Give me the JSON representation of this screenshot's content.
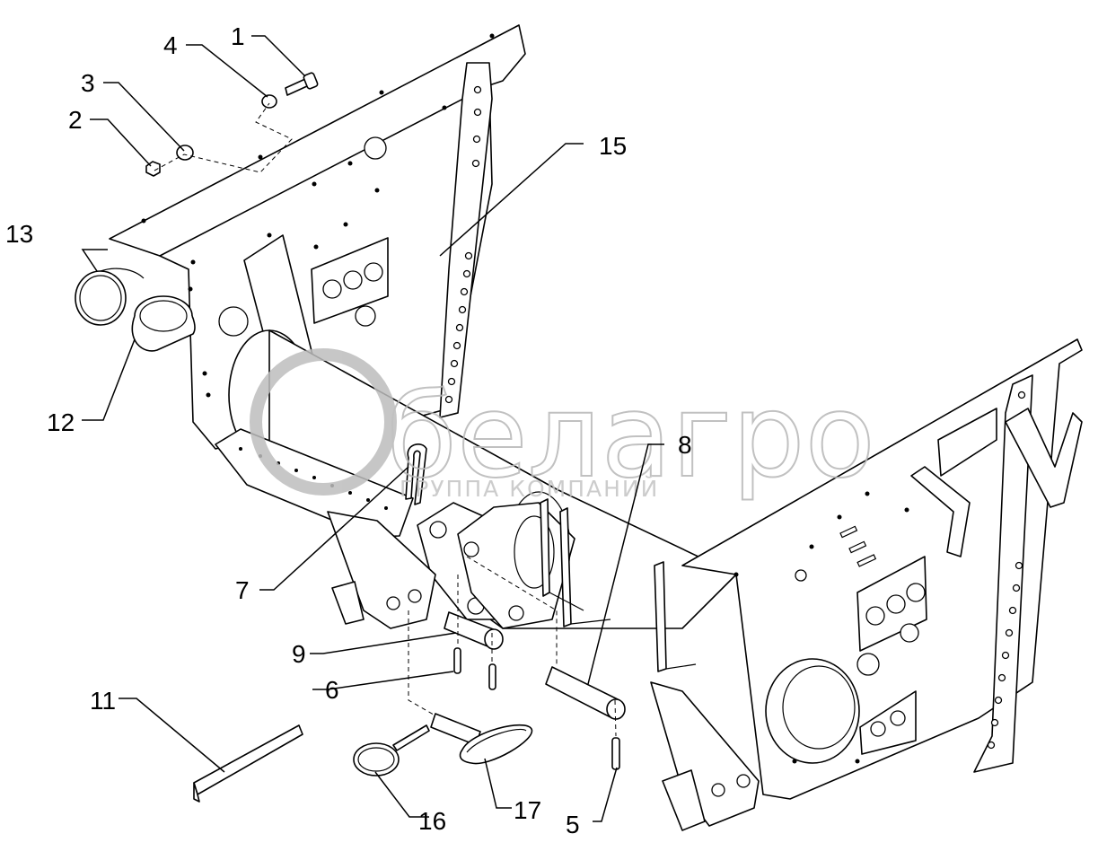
{
  "watermark": {
    "brand": "белагро",
    "tagline": "ГРУППА КОМПАНИЙ"
  },
  "callouts": [
    "1",
    "2",
    "3",
    "4",
    "5",
    "6",
    "7",
    "8",
    "9",
    "11",
    "12",
    "13",
    "15",
    "16",
    "17"
  ]
}
